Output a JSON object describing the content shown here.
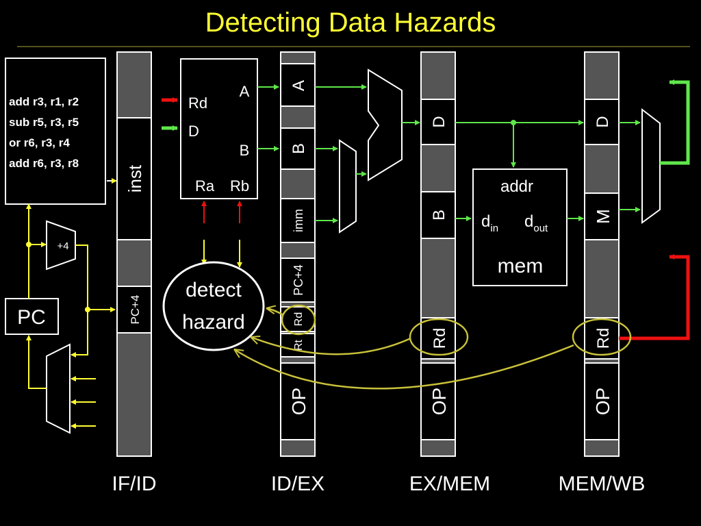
{
  "slide": {
    "title": "Detecting Data Hazards"
  },
  "colors": {
    "background": "#000000",
    "title": "#ffff33",
    "pipeline_register": "#555555",
    "green_wire": "#5fe84a",
    "yellow_wire": "#ffff33",
    "red_wire": "#ee1111",
    "highlight_ellipse": "#c9c23a"
  },
  "instructions": [
    "add r3, r1, r2",
    "sub r5, r3, r5",
    "or r6, r3, r4",
    "add r6, r3, r8"
  ],
  "pc": {
    "label": "PC"
  },
  "adder": {
    "label": "+4"
  },
  "if_id": {
    "label": "IF/ID",
    "fields": {
      "inst": "inst",
      "pc4": "PC+4"
    }
  },
  "regfile": {
    "rd": "Rd",
    "d": "D",
    "a": "A",
    "b": "B",
    "ra": "Ra",
    "rb": "Rb"
  },
  "detect": {
    "line1": "detect",
    "line2": "hazard"
  },
  "id_ex": {
    "label": "ID/EX",
    "fields": {
      "a": "A",
      "b": "B",
      "imm": "imm",
      "pc4": "PC+4",
      "rd": "Rd",
      "rt": "Rt",
      "op": "OP"
    }
  },
  "ex_mem": {
    "label": "EX/MEM",
    "fields": {
      "d": "D",
      "b": "B",
      "rd": "Rd",
      "op": "OP"
    }
  },
  "memory": {
    "addr": "addr",
    "din": "d",
    "din_sub": "in",
    "dout": "d",
    "dout_sub": "out",
    "name": "mem"
  },
  "mem_wb": {
    "label": "MEM/WB",
    "fields": {
      "d": "D",
      "m": "M",
      "rd": "Rd",
      "op": "OP"
    }
  }
}
